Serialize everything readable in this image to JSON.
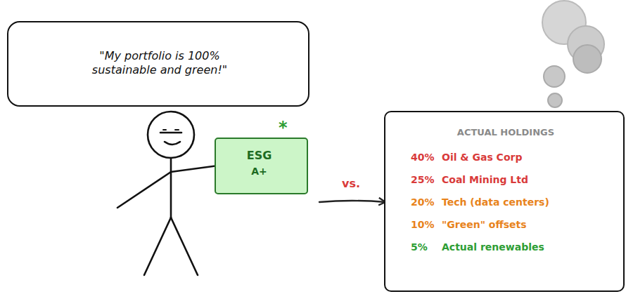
{
  "diagram": {
    "nodes": [
      {
        "text": [
          "\"My portfolio is 100% sustainable and green!\""
        ]
      },
      {
        "text": [
          "ESG",
          "A+"
        ]
      },
      {
        "text": [
          "ACTUAL HOLDINGS",
          "40%",
          "Oil & Gas Corp",
          "25%",
          "Coal Mining Ltd",
          "20%",
          "Tech (data centers)",
          "10%",
          "\"Green\" offsets",
          "5%",
          "Actual renewables"
        ]
      }
    ],
    "labels": [
      "*",
      "vs."
    ]
  }
}
